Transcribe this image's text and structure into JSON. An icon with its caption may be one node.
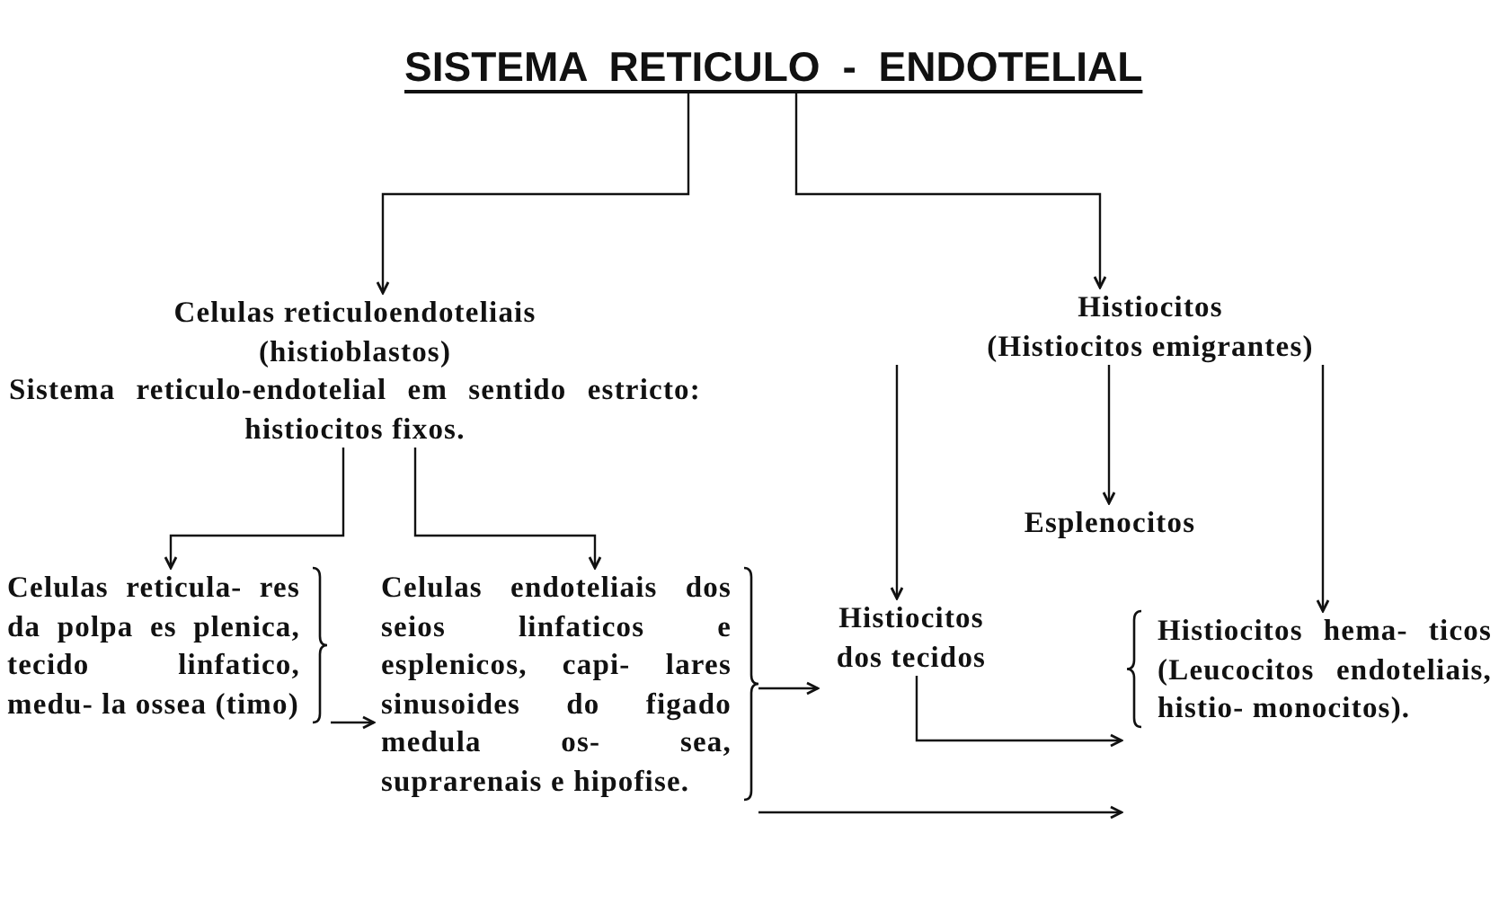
{
  "diagram": {
    "nodes": [
      {
        "text": [
          "SISTEMA RETICULO - ENDOTELIAL"
        ]
      },
      {
        "text": [
          "Celulas reticuloendoteliais (histioblastos)",
          "Sistema reticulo-endotelial em sentido estricto: histiocitos fixos."
        ]
      },
      {
        "text": [
          "Histiocitos",
          "(Histiocitos emigrantes)"
        ]
      },
      {
        "text": [
          "Esplenocitos"
        ]
      },
      {
        "text": [
          "Celulas reticula- res da polpa es plenica, tecido linfatico, medu- la ossea (timo)"
        ]
      },
      {
        "text": [
          "Celulas endoteliais dos seios linfaticos e esplenicos, capi- lares sinusoides do figado medula os- sea, suprarenais e hipofise."
        ]
      },
      {
        "text": [
          "Histiocitos dos tecidos"
        ]
      },
      {
        "text": [
          "Histiocitos hema- ticos (Leucocitos endoteliais, histio- monocitos)."
        ]
      }
    ],
    "edges": [
      {
        "from": 0,
        "to": 1,
        "arrow": "to"
      },
      {
        "from": 0,
        "to": 2,
        "arrow": "to"
      },
      {
        "from": 1,
        "to": 4,
        "arrow": "to"
      },
      {
        "from": 1,
        "to": 5,
        "arrow": "to"
      },
      {
        "from": 2,
        "to": 6,
        "arrow": "to"
      },
      {
        "from": 2,
        "to": 3,
        "arrow": "to"
      },
      {
        "from": 2,
        "to": 7,
        "arrow": "to"
      },
      {
        "from": 4,
        "to": 5,
        "arrow": "to"
      },
      {
        "from": 5,
        "to": 6,
        "arrow": "to"
      },
      {
        "from": 6,
        "to": 7,
        "arrow": "to"
      },
      {
        "from": 5,
        "to": 7,
        "arrow": "to"
      }
    ]
  }
}
